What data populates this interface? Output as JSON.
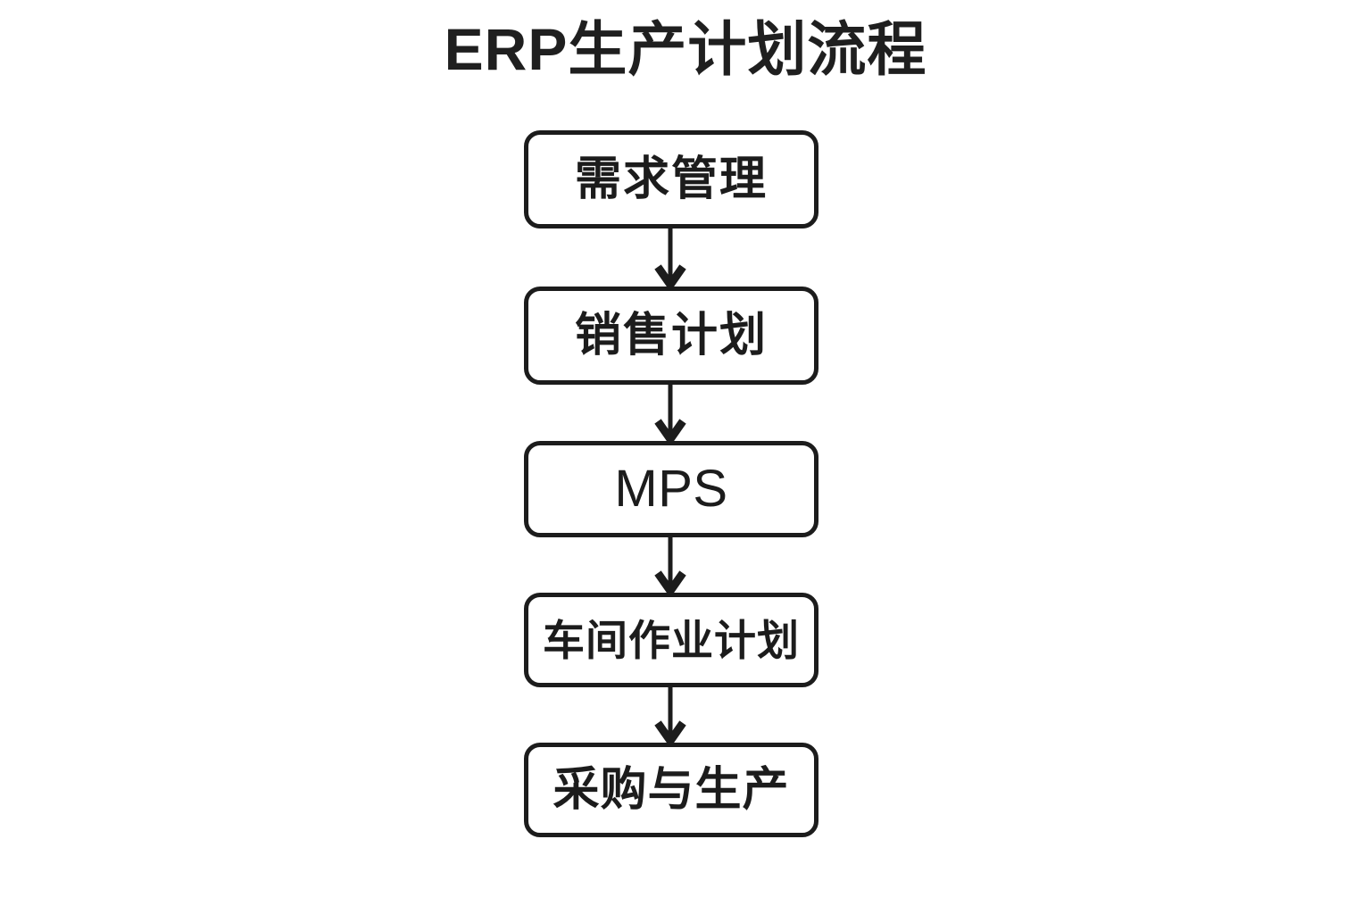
{
  "page": {
    "title": "ERP生产计划流程",
    "background_color": "#ffffff",
    "stroke_color": "#1c1c1c",
    "text_color": "#1c1c1c"
  },
  "flowchart": {
    "type": "vertical-flow",
    "orientation": "top-to-bottom",
    "node_shape": "rounded-rectangle",
    "connector_type": "arrow",
    "nodes": [
      {
        "id": "n1",
        "label": "需求管理"
      },
      {
        "id": "n2",
        "label": "销售计划"
      },
      {
        "id": "n3",
        "label": "MPS"
      },
      {
        "id": "n4",
        "label": "车间作业计划"
      },
      {
        "id": "n5",
        "label": "采购与生产"
      }
    ],
    "connectors": [
      {
        "id": "c1",
        "from": "n1",
        "to": "n2"
      },
      {
        "id": "c2",
        "from": "n2",
        "to": "n3"
      },
      {
        "id": "c3",
        "from": "n3",
        "to": "n4"
      },
      {
        "id": "c4",
        "from": "n4",
        "to": "n5"
      }
    ]
  }
}
